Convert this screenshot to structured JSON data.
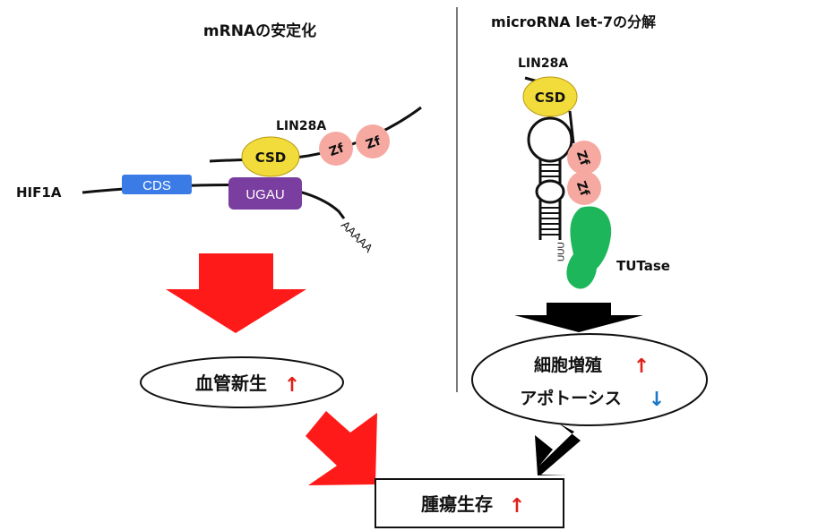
{
  "left_panel": {
    "title": "mRNAの安定化",
    "gene_label": "HIF1A",
    "cds_label": "CDS",
    "ugau_label": "UGAU",
    "protein_label": "LIN28A",
    "csd_label": "CSD",
    "zf1_label": "Zf",
    "zf2_label": "Zf",
    "polya_label": "AAAAA",
    "result_text": "血管新生",
    "result_arrow": "↑"
  },
  "right_panel": {
    "title": "microRNA let-7の分解",
    "protein_label": "LIN28A",
    "csd_label": "CSD",
    "zf1_label": "Zf",
    "zf2_label": "Zf",
    "tutase_label": "TUTase",
    "uuu_label": "UUU",
    "result_line1": "細胞増殖",
    "result_arrow1": "↑",
    "result_line2": "アポトーシス",
    "result_arrow2": "↓"
  },
  "bottom": {
    "outcome_text": "腫瘍生存",
    "outcome_arrow": "↑"
  },
  "colors": {
    "csd": "#f2dc3b",
    "zf": "#f6a9a0",
    "cds": "#3b7be6",
    "ugau": "#7a3ea0",
    "tutase": "#1db65a",
    "red_arrow": "#ff1a1a",
    "up_arrow": "#e0201a",
    "down_arrow": "#1d78c7"
  }
}
